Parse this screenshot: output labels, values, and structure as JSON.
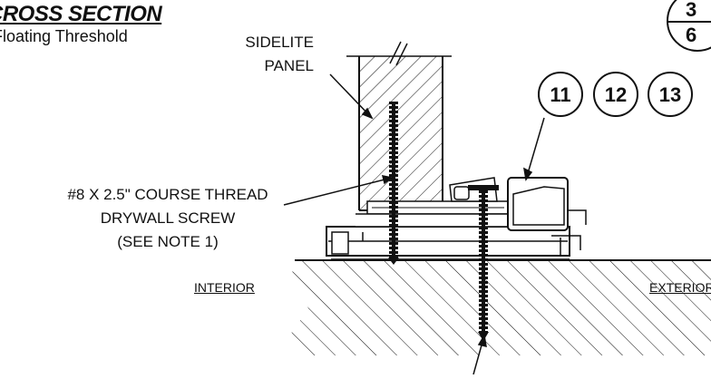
{
  "title": "CROSS SECTION",
  "subtitle": "Floating Threshold",
  "sheet": {
    "number": "3",
    "total": "6"
  },
  "detail_refs": [
    "11",
    "12",
    "13"
  ],
  "labels": {
    "sidelite": [
      "SIDELITE",
      "PANEL"
    ],
    "screw": [
      "#8 X 2.5\" COURSE THREAD",
      "DRYWALL SCREW",
      "(SEE NOTE 1)"
    ],
    "interior": "INTERIOR",
    "exterior": "EXTERIOR"
  },
  "colors": {
    "line": "#111111",
    "background": "#ffffff"
  }
}
